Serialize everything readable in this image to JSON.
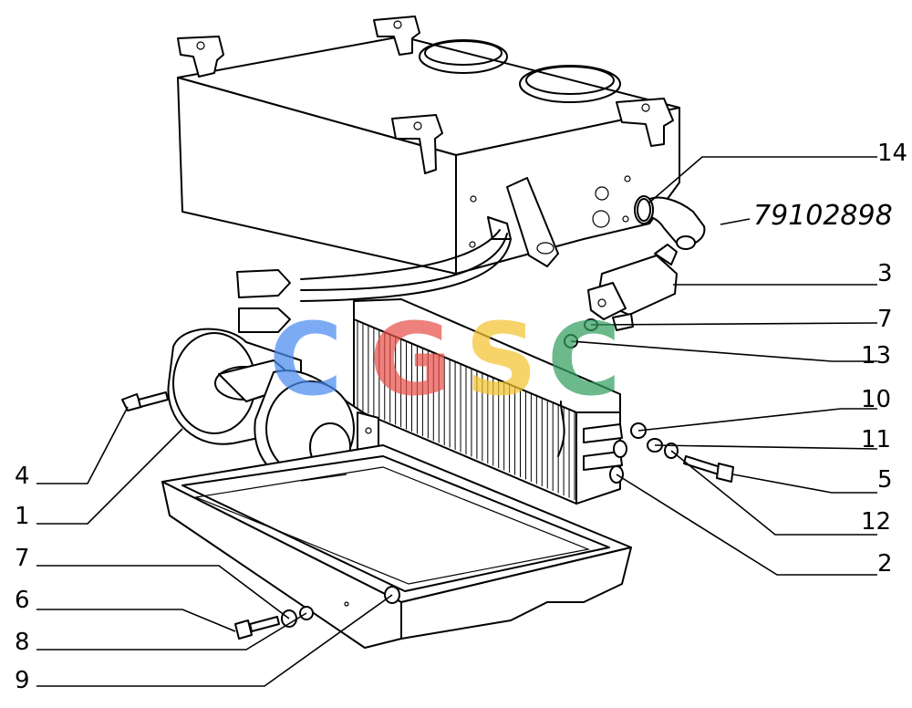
{
  "diagram": {
    "handwritten_code": "79102898",
    "watermark": {
      "letters": [
        "C",
        "G",
        "S",
        "C"
      ],
      "colors": [
        "#4a8cf0",
        "#e8524a",
        "#f4c430",
        "#34a060"
      ]
    },
    "callouts": [
      {
        "id": "14",
        "label": "14"
      },
      {
        "id": "3",
        "label": "3"
      },
      {
        "id": "7a",
        "label": "7"
      },
      {
        "id": "13",
        "label": "13"
      },
      {
        "id": "10",
        "label": "10"
      },
      {
        "id": "11",
        "label": "11"
      },
      {
        "id": "5",
        "label": "5"
      },
      {
        "id": "12",
        "label": "12"
      },
      {
        "id": "2",
        "label": "2"
      },
      {
        "id": "4",
        "label": "4"
      },
      {
        "id": "1",
        "label": "1"
      },
      {
        "id": "7b",
        "label": "7"
      },
      {
        "id": "6",
        "label": "6"
      },
      {
        "id": "8",
        "label": "8"
      },
      {
        "id": "9",
        "label": "9"
      }
    ]
  }
}
